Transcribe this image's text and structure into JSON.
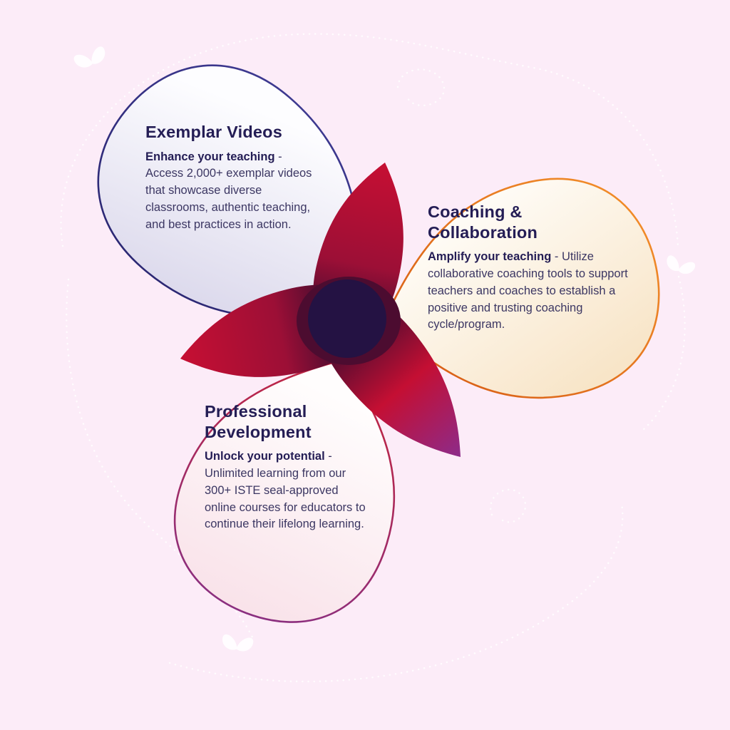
{
  "sections": [
    {
      "id": "exemplar-videos",
      "title": "Exemplar Videos",
      "lead": "Enhance your teaching",
      "sep": " - ",
      "body": "Access 2,000+ exemplar videos that showcase diverse classrooms, authentic teaching, and best practices in action."
    },
    {
      "id": "coaching-collaboration",
      "title": "Coaching & Collaboration",
      "lead": "Amplify your teaching",
      "sep": " - ",
      "body": "Utilize collaborative coaching tools to support teachers and coaches to establish a positive and trusting coaching cycle/program."
    },
    {
      "id": "professional-development",
      "title": "Professional Development",
      "lead": "Unlock your potential",
      "sep": " - ",
      "body": "Unlimited learning from our 300+ ISTE seal-approved online courses for educators to continue their lifelong learning."
    }
  ],
  "palette": {
    "background": "#fcecf8",
    "heading": "#241d55",
    "body_text": "#3c3763",
    "exemplar_stroke": "#3d3990",
    "exemplar_stroke_dark": "#2a2671",
    "exemplar_fill_light": "#fdfdff",
    "exemplar_fill_dark": "#dad7eb",
    "coaching_stroke": "#f08a28",
    "coaching_stroke_dark": "#d85f16",
    "coaching_fill_light": "#fffefb",
    "coaching_fill_dark": "#f8e5c8",
    "professional_stroke_top": "#c22540",
    "professional_stroke_bottom": "#8a2f80",
    "professional_fill_light": "#fffdfd",
    "professional_fill_dark": "#f9e3ea",
    "crimson": "#c40f33",
    "crimson_deep": "#9c0f36",
    "maroon": "#4c0c30",
    "petal_purple": "#8d2b8a",
    "center_circle": "#241243",
    "decoration": "#ffffff"
  }
}
